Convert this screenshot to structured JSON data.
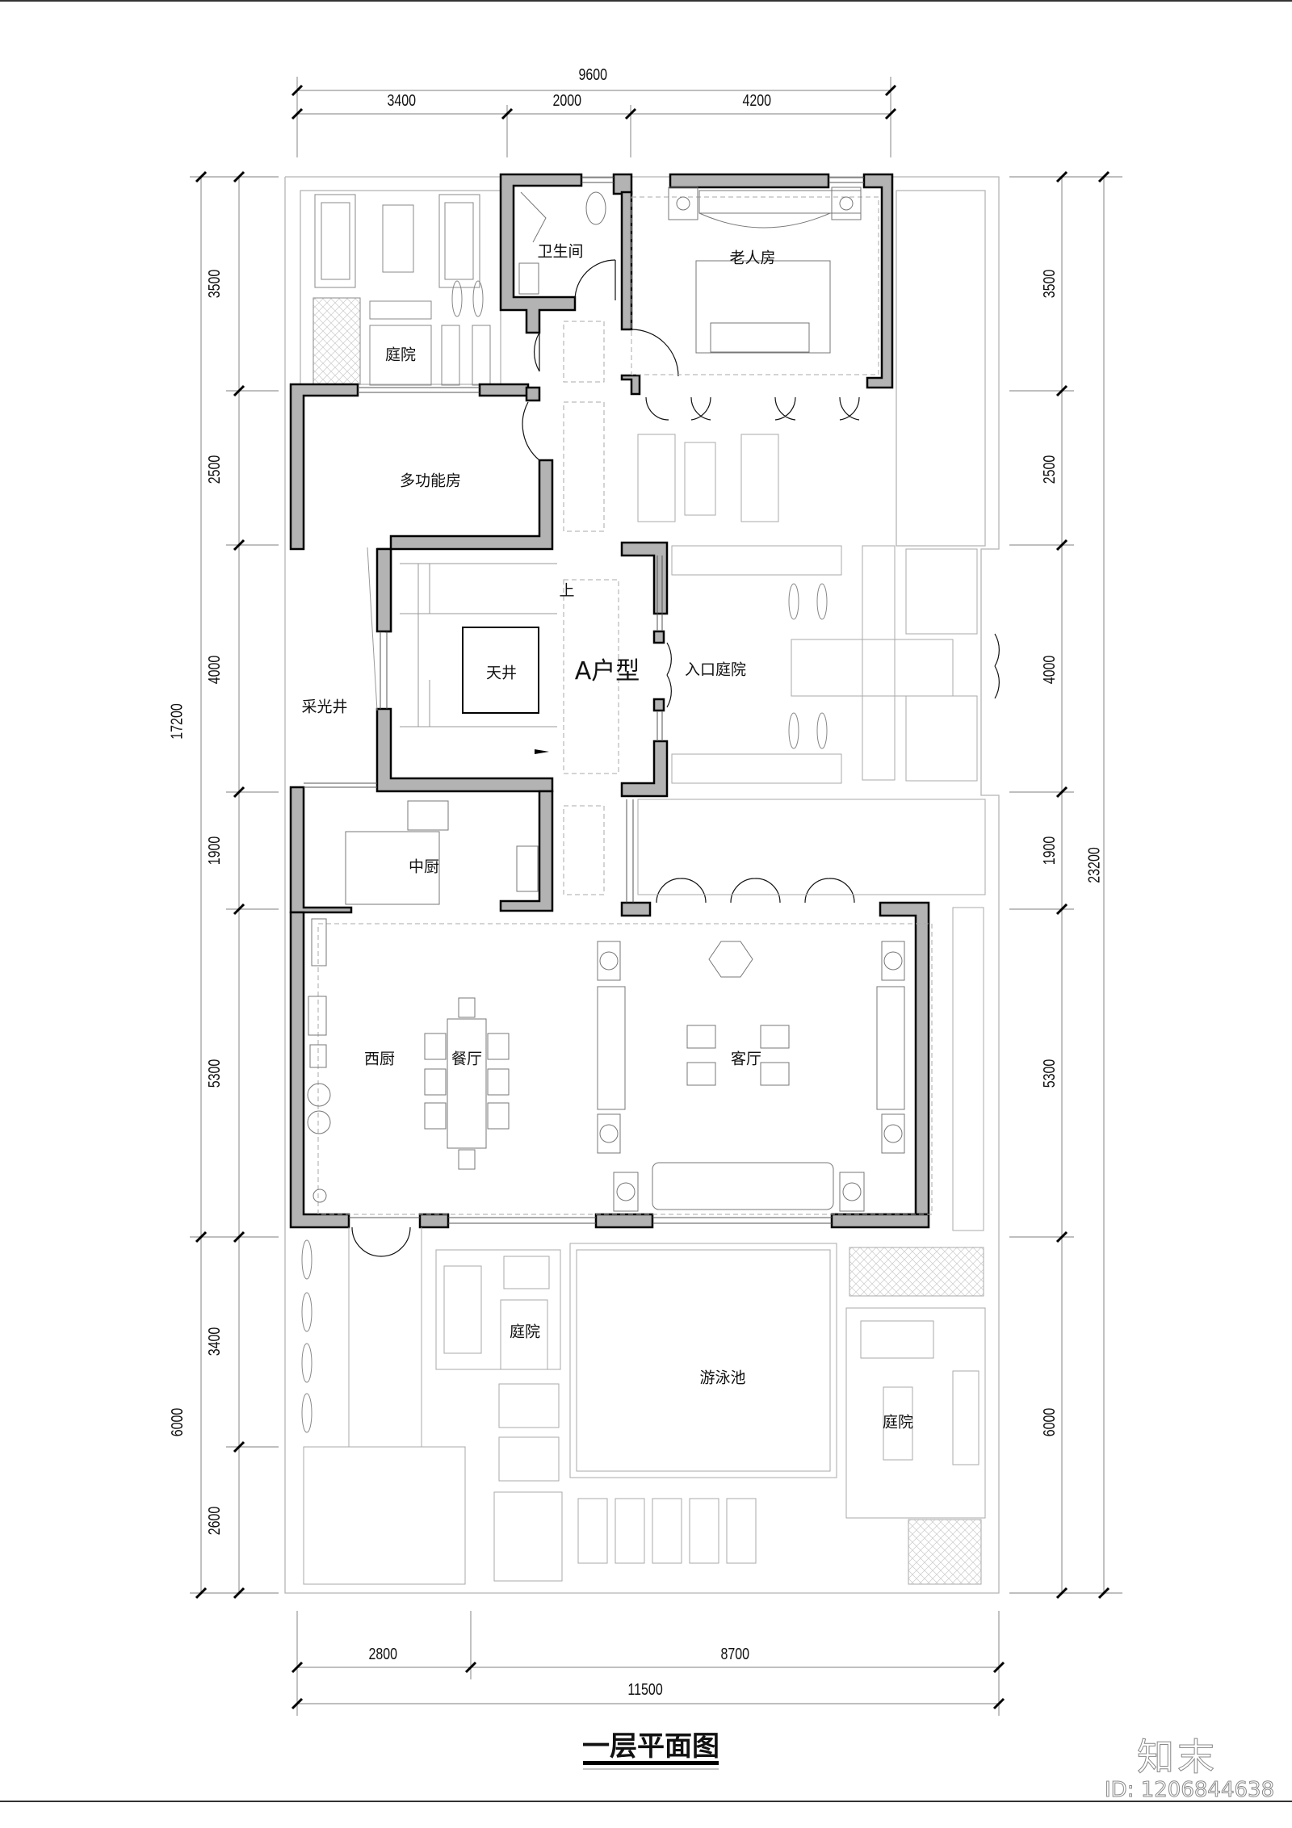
{
  "drawing": {
    "title": "一层平面图",
    "unit_type_label": "A户型",
    "wall_fill": "#b3b3b3",
    "wall_stroke": "#000000",
    "line_color": "#9a9a9a"
  },
  "dimensions": {
    "top_total": "9600",
    "top_segments": [
      "3400",
      "2000",
      "4200"
    ],
    "bottom_total": "11500",
    "bottom_segments": [
      "2800",
      "8700"
    ],
    "left_total_upper": "17200",
    "left_total_lower": "6000",
    "left_segments": [
      "3500",
      "2500",
      "4000",
      "1900",
      "5300",
      "3400",
      "2600"
    ],
    "right_total": "23200",
    "right_segments": [
      "3500",
      "2500",
      "4000",
      "1900",
      "5300",
      "6000"
    ]
  },
  "rooms": {
    "bathroom": "卫生间",
    "elderly_room": "老人房",
    "courtyard_top_left": "庭院",
    "multi_function_room": "多功能房",
    "light_well": "采光井",
    "atrium": "天井",
    "stair_up": "上",
    "entry_courtyard": "入口庭院",
    "chinese_kitchen": "中厨",
    "western_kitchen": "西厨",
    "dining_room": "餐厅",
    "living_room": "客厅",
    "courtyard_bottom_left": "庭院",
    "swimming_pool": "游泳池",
    "courtyard_bottom_right": "庭院"
  },
  "watermark": {
    "logo": "知末",
    "id": "ID: 1206844638"
  }
}
